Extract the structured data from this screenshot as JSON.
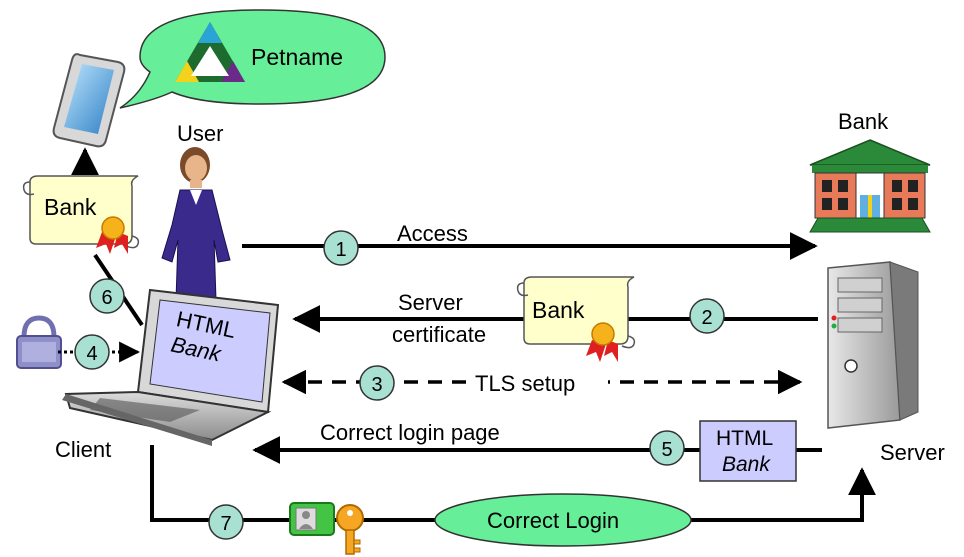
{
  "labels": {
    "petname": "Petname",
    "user": "User",
    "bank": "Bank",
    "client": "Client",
    "server": "Server",
    "access": "Access",
    "server_certificate_line1": "Server",
    "server_certificate_line2": "certificate",
    "tls_setup": "TLS setup",
    "correct_login_page": "Correct login page",
    "correct_login": "Correct Login"
  },
  "certificates": {
    "left_cert_label": "Bank",
    "middle_cert_label": "Bank"
  },
  "laptop_screen": {
    "line1": "HTML",
    "line2": "Bank"
  },
  "html_box": {
    "line1": "HTML",
    "line2": "Bank"
  },
  "steps": [
    "1",
    "2",
    "3",
    "4",
    "5",
    "6",
    "7"
  ],
  "icons": [
    "smartphone-icon",
    "user-icon",
    "bank-building-icon",
    "server-tower-icon",
    "laptop-icon",
    "lock-icon",
    "certificate-icon",
    "id-card-icon",
    "key-icon",
    "petname-logo-icon"
  ],
  "colors": {
    "step_circle_fill": "#a8e0d2",
    "bubble_fill": "#66ee99",
    "certificate_fill": "#ffffcc",
    "html_box_fill": "#ccccff",
    "screen_fill": "#ccccff",
    "arrow": "#000000"
  }
}
